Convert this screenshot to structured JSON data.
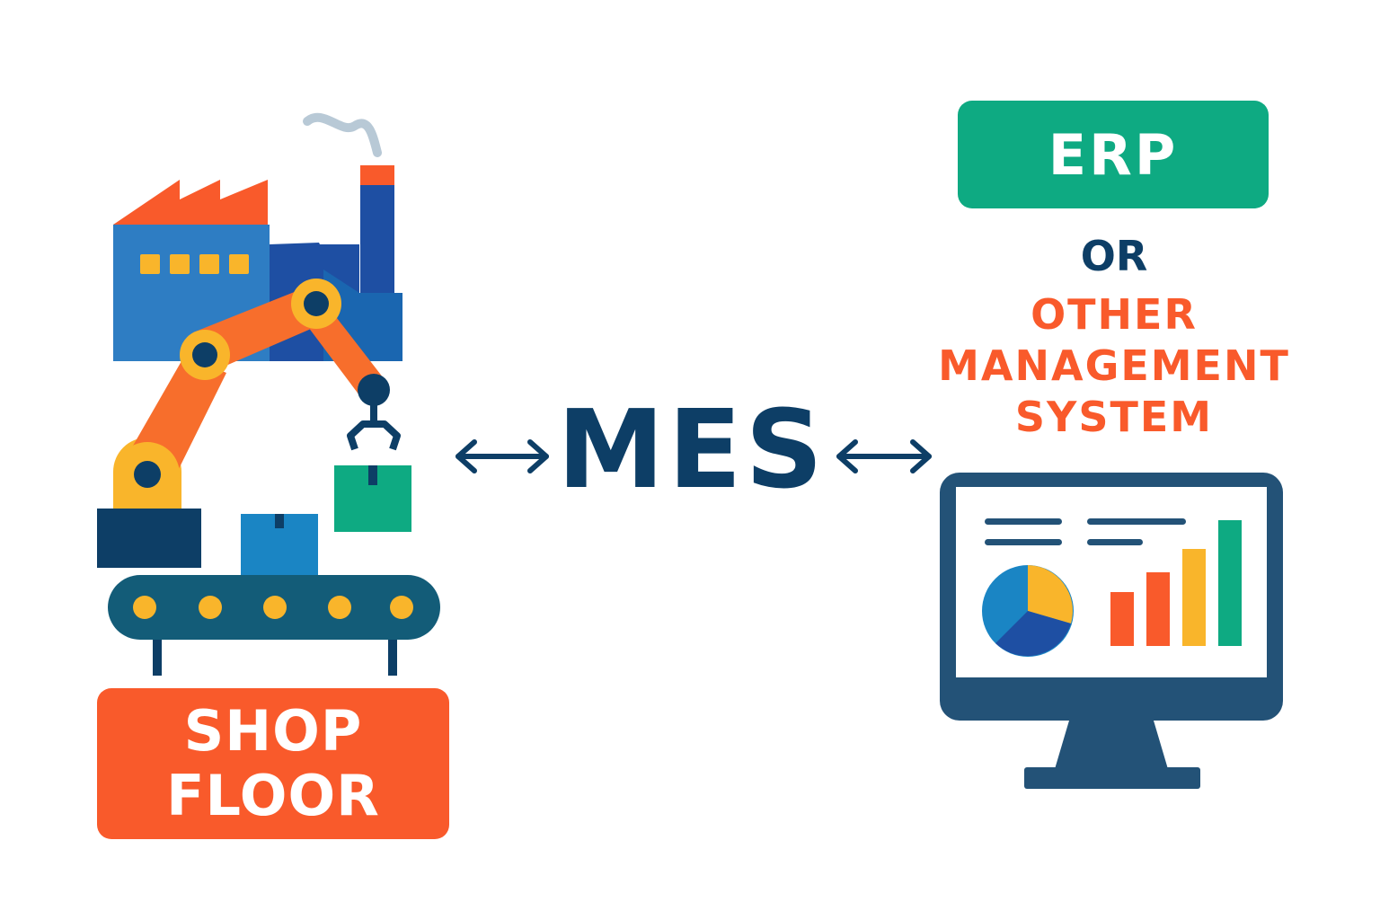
{
  "shop_floor": {
    "line1": "SHOP",
    "line2": "FLOOR"
  },
  "center": {
    "label": "MES"
  },
  "right": {
    "erp": "ERP",
    "or": "OR",
    "other_lines": [
      "OTHER",
      "MANAGEMENT",
      "SYSTEM"
    ]
  },
  "icons": [
    "factory-icon",
    "robot-arm-icon",
    "conveyor-icon",
    "box-icon",
    "monitor-dashboard-icon",
    "double-arrow-icon"
  ],
  "colors": {
    "orange": "#F95A2B",
    "navy": "#0D3E66",
    "green": "#0EAA82",
    "yellow": "#F9B52B",
    "blue": "#1E5FA8",
    "light_blue": "#2E7DC3",
    "teal": "#135C78"
  }
}
